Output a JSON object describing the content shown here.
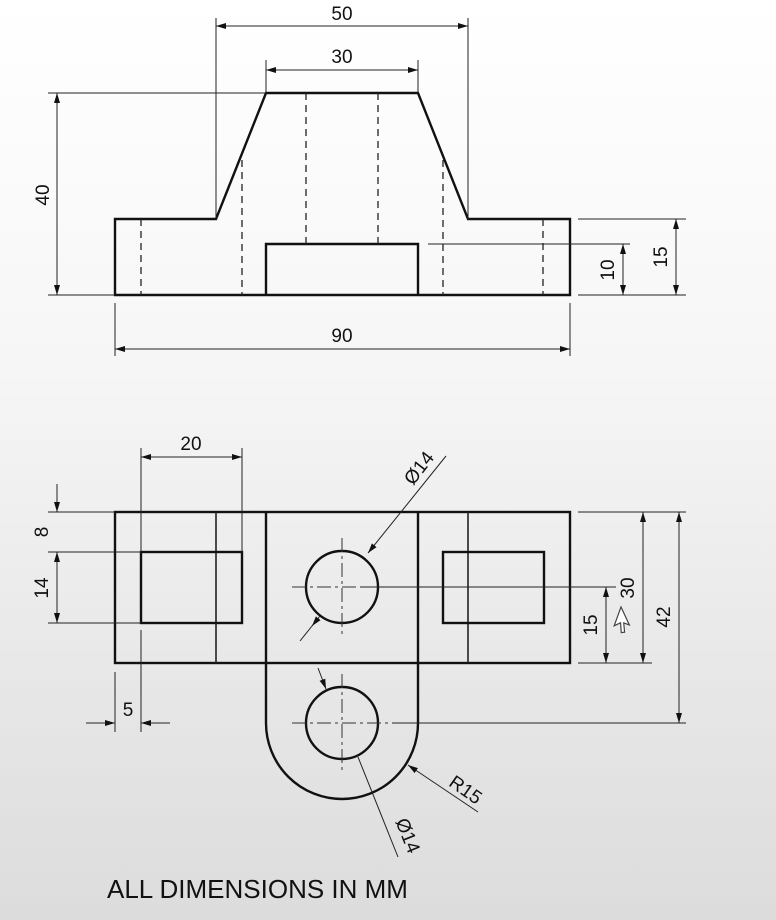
{
  "front_view": {
    "dims": {
      "overall_width": "90",
      "top_width": "30",
      "slope_span": "50",
      "height": "40",
      "base_height": "15",
      "slot_height": "10"
    }
  },
  "top_view": {
    "dims": {
      "pocket_width": "20",
      "top_offset": "8",
      "pocket_depth": "14",
      "side_offset": "5",
      "hole_dia_1": "Ø14",
      "hole_dia_2": "Ø14",
      "radius": "R15",
      "hole_spacing": "15",
      "block_depth": "30",
      "overall_depth": "42"
    }
  },
  "note": "ALL DIMENSIONS IN MM",
  "icons": {
    "cursor": "mouse-pointer-icon"
  }
}
